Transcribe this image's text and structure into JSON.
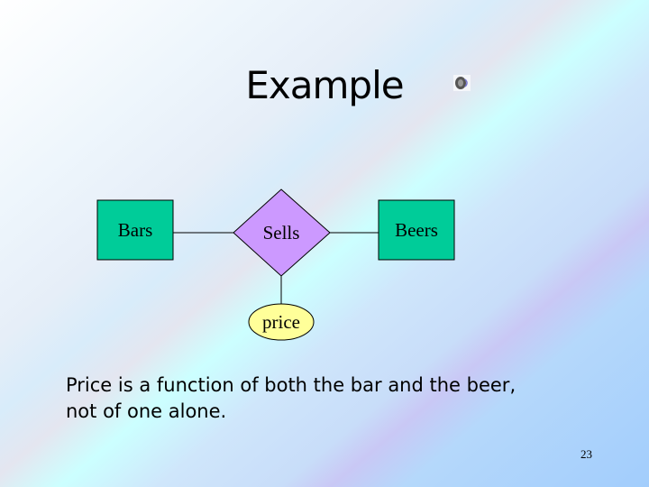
{
  "slide": {
    "title": "Example",
    "speaker_icon": "speaker-icon",
    "diagram": {
      "entities": [
        {
          "label": "Bars",
          "color": "#00cc99"
        },
        {
          "label": "Beers",
          "color": "#00cc99"
        }
      ],
      "relationship": {
        "label": "Sells",
        "color": "#cc99ff"
      },
      "attribute": {
        "label": "price",
        "color": "#ffff99"
      }
    },
    "body_lines": [
      "Price is a function of both the bar and the beer,",
      "not of one alone."
    ],
    "page_number": "23"
  }
}
